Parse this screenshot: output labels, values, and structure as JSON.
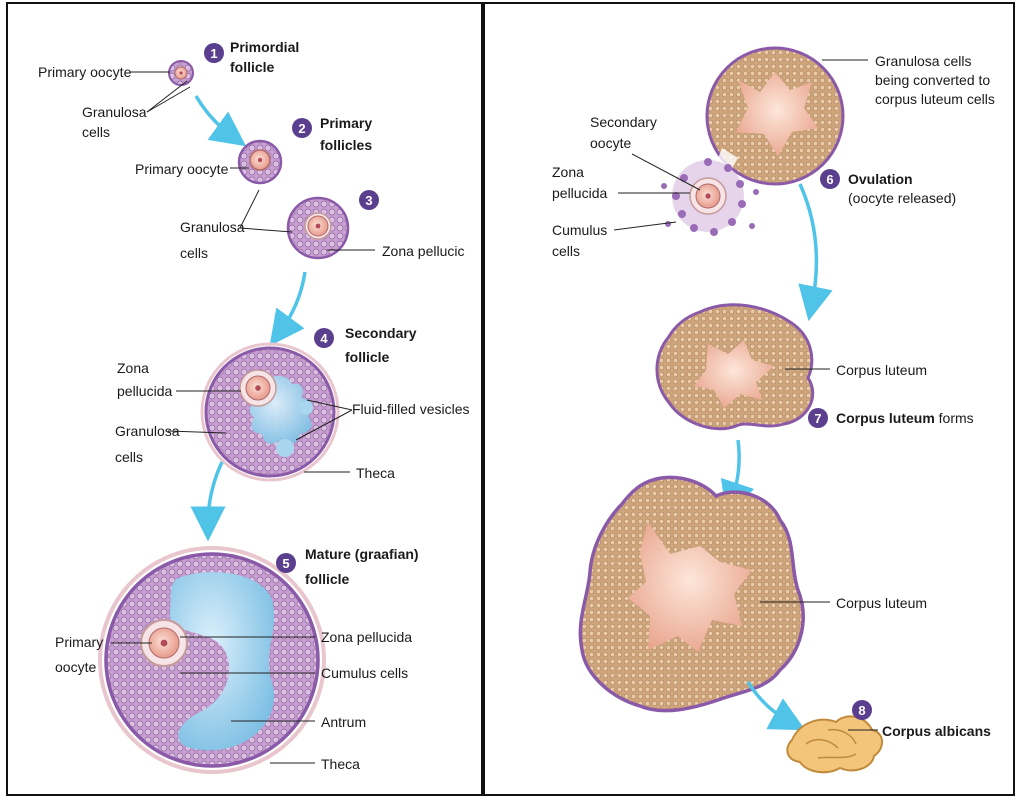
{
  "stages": {
    "s1": {
      "num": "1",
      "line1": "Primordial",
      "line2": "follicle"
    },
    "s2": {
      "num": "2",
      "line1": "Primary",
      "line2": "follicles"
    },
    "s3": {
      "num": "3"
    },
    "s4": {
      "num": "4",
      "line1": "Secondary",
      "line2": "follicle"
    },
    "s5": {
      "num": "5",
      "line1": "Mature (graafian)",
      "line2": "follicle"
    },
    "s6": {
      "num": "6",
      "title": "Ovulation",
      "sub": "(oocyte released)"
    },
    "s7": {
      "num": "7",
      "title": "Corpus luteum",
      "rest": " forms"
    },
    "s8": {
      "num": "8",
      "title": "Corpus albicans"
    }
  },
  "labels": {
    "primary_oocyte": "Primary oocyte",
    "granulosa": "Granulosa",
    "cells": "cells",
    "zona_pellucid_cut": "Zona  pellucic",
    "zona": "Zona",
    "pellucida": "pellucida",
    "fluid_vesicles": "Fluid-filled vesicles",
    "theca": "Theca",
    "primary": "Primary",
    "oocyte": "oocyte",
    "zona_pellucida": "Zona pellucida",
    "cumulus_cells": "Cumulus cells",
    "antrum": "Antrum",
    "granulosa_converted_1": "Granulosa cells",
    "granulosa_converted_2": "being converted to",
    "granulosa_converted_3": "corpus luteum cells",
    "secondary": "Secondary",
    "cumulus": "Cumulus",
    "corpus_luteum": "Corpus luteum"
  },
  "colors": {
    "stage_badge": "#5b3f8f",
    "arrow": "#4fc3e8",
    "membrane": "#8a5aa8",
    "granulosa": "#c9a4cf",
    "antrum": "#a9d6ef",
    "oocyte": "#f0b7a8",
    "luteum_fill": "#d8b58d",
    "luteum_center": "#f3c1ad",
    "albicans": "#f2c57a"
  }
}
